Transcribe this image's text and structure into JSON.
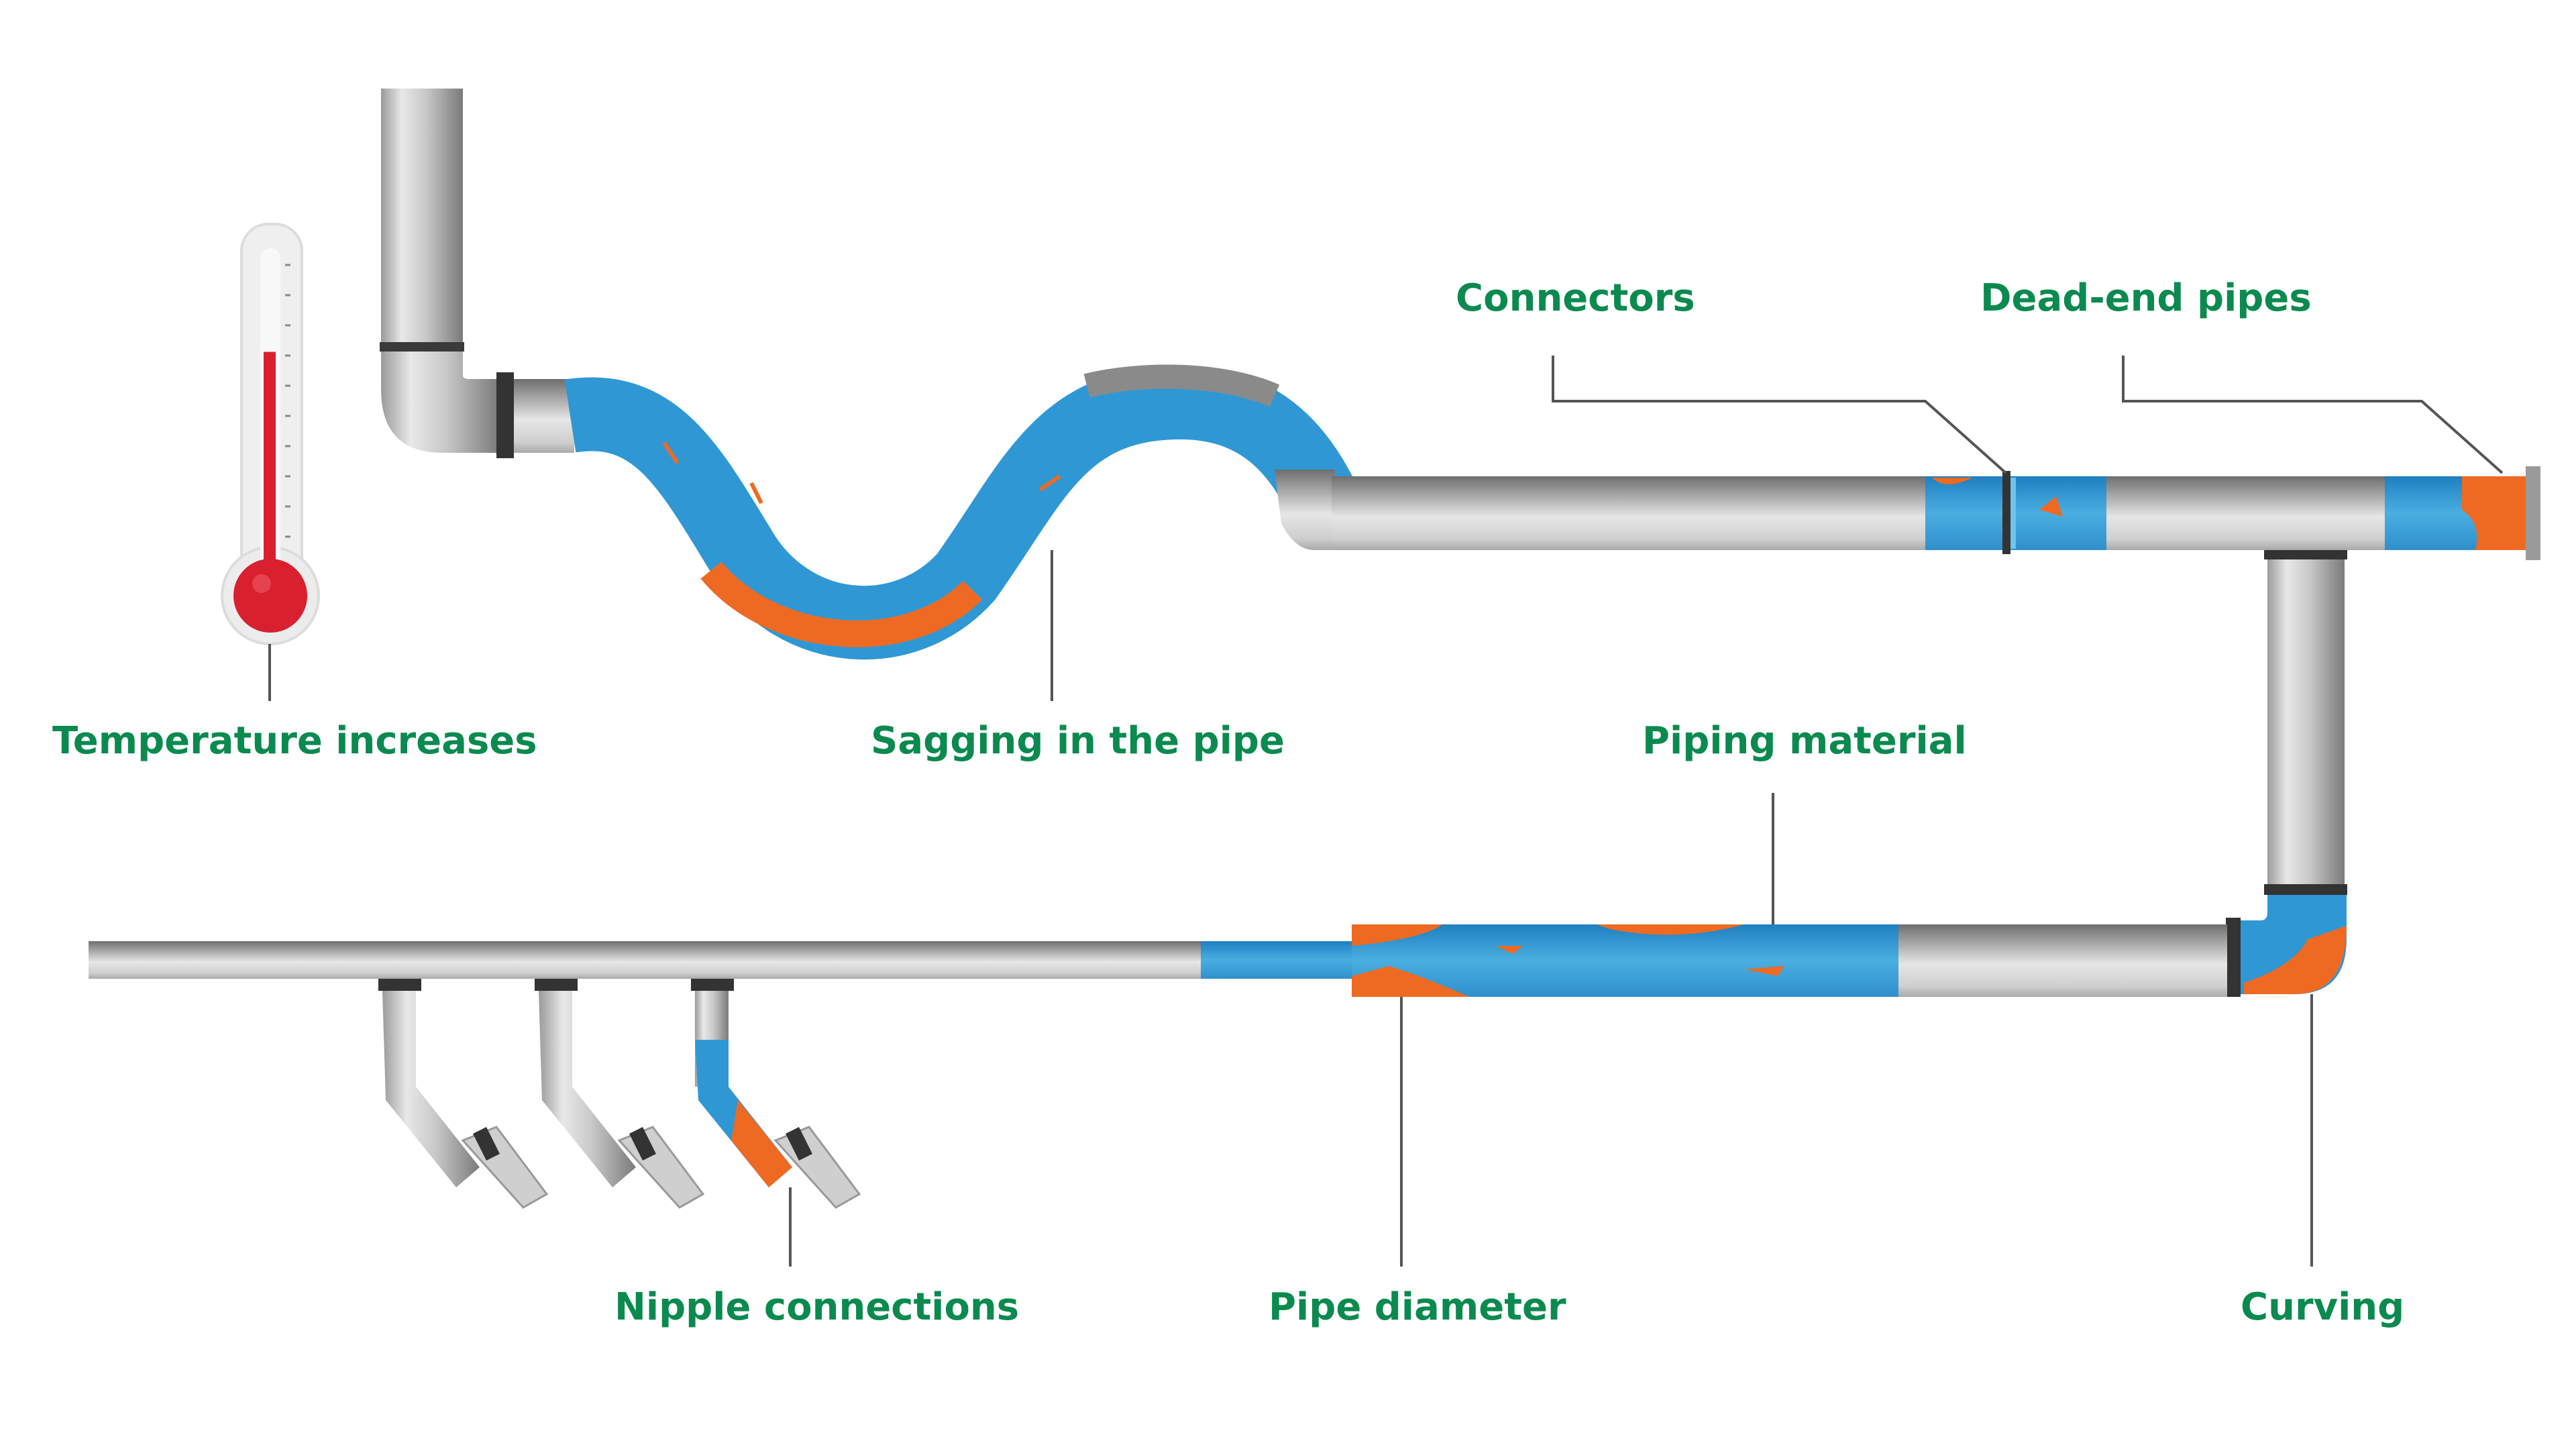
{
  "title": "Causes of pipe corrosion / scale buildup",
  "labels": {
    "temperature": "Temperature increases",
    "sagging": "Sagging in the pipe",
    "piping_material": "Piping material",
    "connectors": "Connectors",
    "dead_end": "Dead-end pipes",
    "nipple": "Nipple connections",
    "pipe_diameter": "Pipe diameter",
    "curving": "Curving"
  },
  "colors": {
    "label_green": "#0b8a4f",
    "deposit_blue": "#2f98d4",
    "corrosion_orange": "#ee6a22",
    "pipe_gray": "#c9c9c9",
    "thermometer_red": "#d8202f",
    "leader_line": "#555555"
  },
  "thermometer": {
    "fill_level": 0.7
  }
}
